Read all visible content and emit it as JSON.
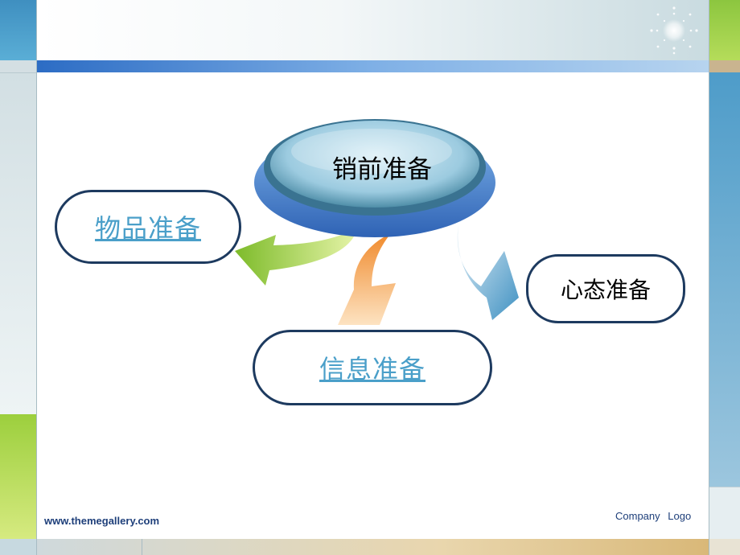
{
  "slide": {
    "center_node": "销前准备",
    "nodes": {
      "items": "物品准备",
      "info": "信息准备",
      "mindset": "心态准备"
    }
  },
  "footer": {
    "url": "www.themegallery.com",
    "logo": "Company  Logo"
  },
  "colors": {
    "accent_blue": "#4a9fc9",
    "node_border": "#1d3a5f",
    "arrow_green": "#8cc63f",
    "arrow_orange": "#f39a3c",
    "arrow_lightblue": "#5fa9cf",
    "ellipse_blue": "#3b7cc9"
  }
}
